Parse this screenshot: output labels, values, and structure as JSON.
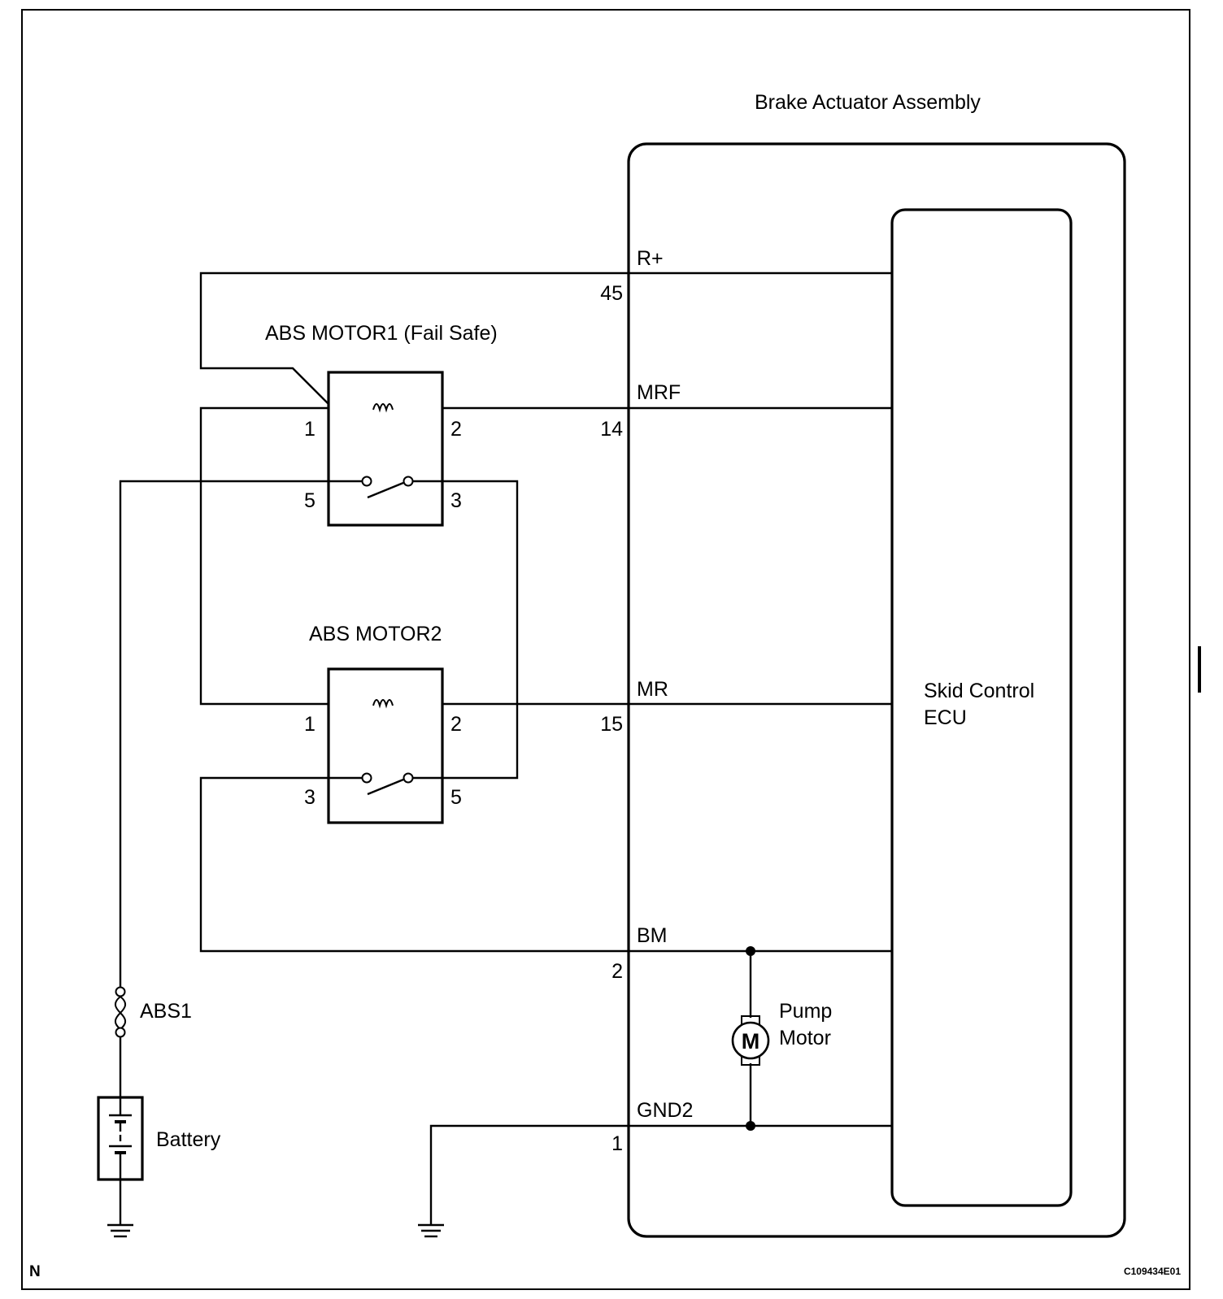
{
  "labels": {
    "assembly": "Brake Actuator Assembly",
    "ecu_line1": "Skid Control",
    "ecu_line2": "ECU",
    "relay1": "ABS MOTOR1 (Fail Safe)",
    "relay2": "ABS MOTOR2",
    "fuse": "ABS1",
    "battery": "Battery",
    "motor_line1": "Pump",
    "motor_line2": "Motor",
    "motor_symbol": "M",
    "corner_left": "N",
    "figure_code": "C109434E01"
  },
  "terminals": {
    "r_plus": {
      "name": "R+",
      "pin": "45"
    },
    "mrf": {
      "name": "MRF",
      "pin": "14"
    },
    "mr": {
      "name": "MR",
      "pin": "15"
    },
    "bm": {
      "name": "BM",
      "pin": "2"
    },
    "gnd2": {
      "name": "GND2",
      "pin": "1"
    }
  },
  "relay1_pins": {
    "coil_in": "1",
    "coil_out": "2",
    "sw_in": "5",
    "sw_out": "3"
  },
  "relay2_pins": {
    "coil_in": "1",
    "coil_out": "2",
    "sw_in": "3",
    "sw_out": "5"
  }
}
